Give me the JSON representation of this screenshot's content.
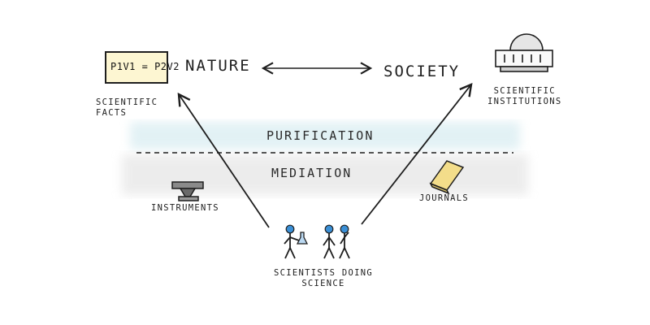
{
  "diagram": {
    "nature": "NATURE",
    "society": "SOCIETY",
    "formula": "P1V1 = P2V2",
    "scientific_facts": [
      "SCIENTIFIC",
      "FACTS"
    ],
    "scientific_institutions": [
      "SCIENTIFIC",
      "INSTITUTIONS"
    ],
    "purification": "PURIFICATION",
    "mediation": "MEDIATION",
    "instruments": "INSTRUMENTS",
    "journals": "JOURNALS",
    "scientists": [
      "SCIENTISTS DOING",
      "SCIENCE"
    ],
    "colors": {
      "ink": "#1e1e1e",
      "purification_band": "#cfe8ee",
      "mediation_band": "#dedede",
      "frame_fill": "#fdf6d2",
      "book": "#f3dd8a",
      "heads": "#3a8fd6"
    }
  }
}
